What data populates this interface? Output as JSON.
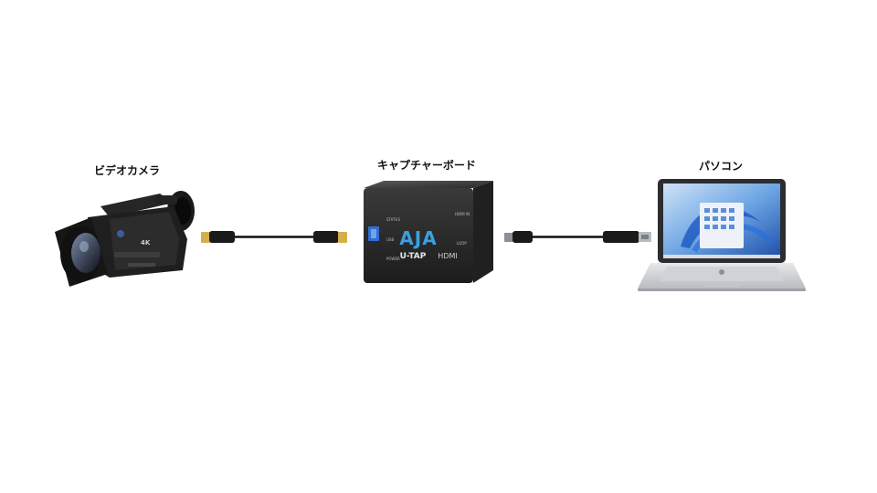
{
  "labels": {
    "camera": "ビデオカメラ",
    "capture_board": "キャプチャーボード",
    "pc": "パソコン"
  },
  "camera": {
    "badge": "4K"
  },
  "capture_board": {
    "brand": "AJA",
    "model": "U-TAP",
    "model_suffix": "HDMI",
    "ports": {
      "status": "STATUS",
      "usb": "USB",
      "power": "POWER",
      "hdmi_in": "HDMI IN",
      "loop": "LOOP"
    }
  },
  "colors": {
    "cable": "#111111",
    "hdmi_plug": "#d4b04a",
    "usb_blue": "#2f6fd0",
    "aja_blue": "#3aa0e0"
  }
}
